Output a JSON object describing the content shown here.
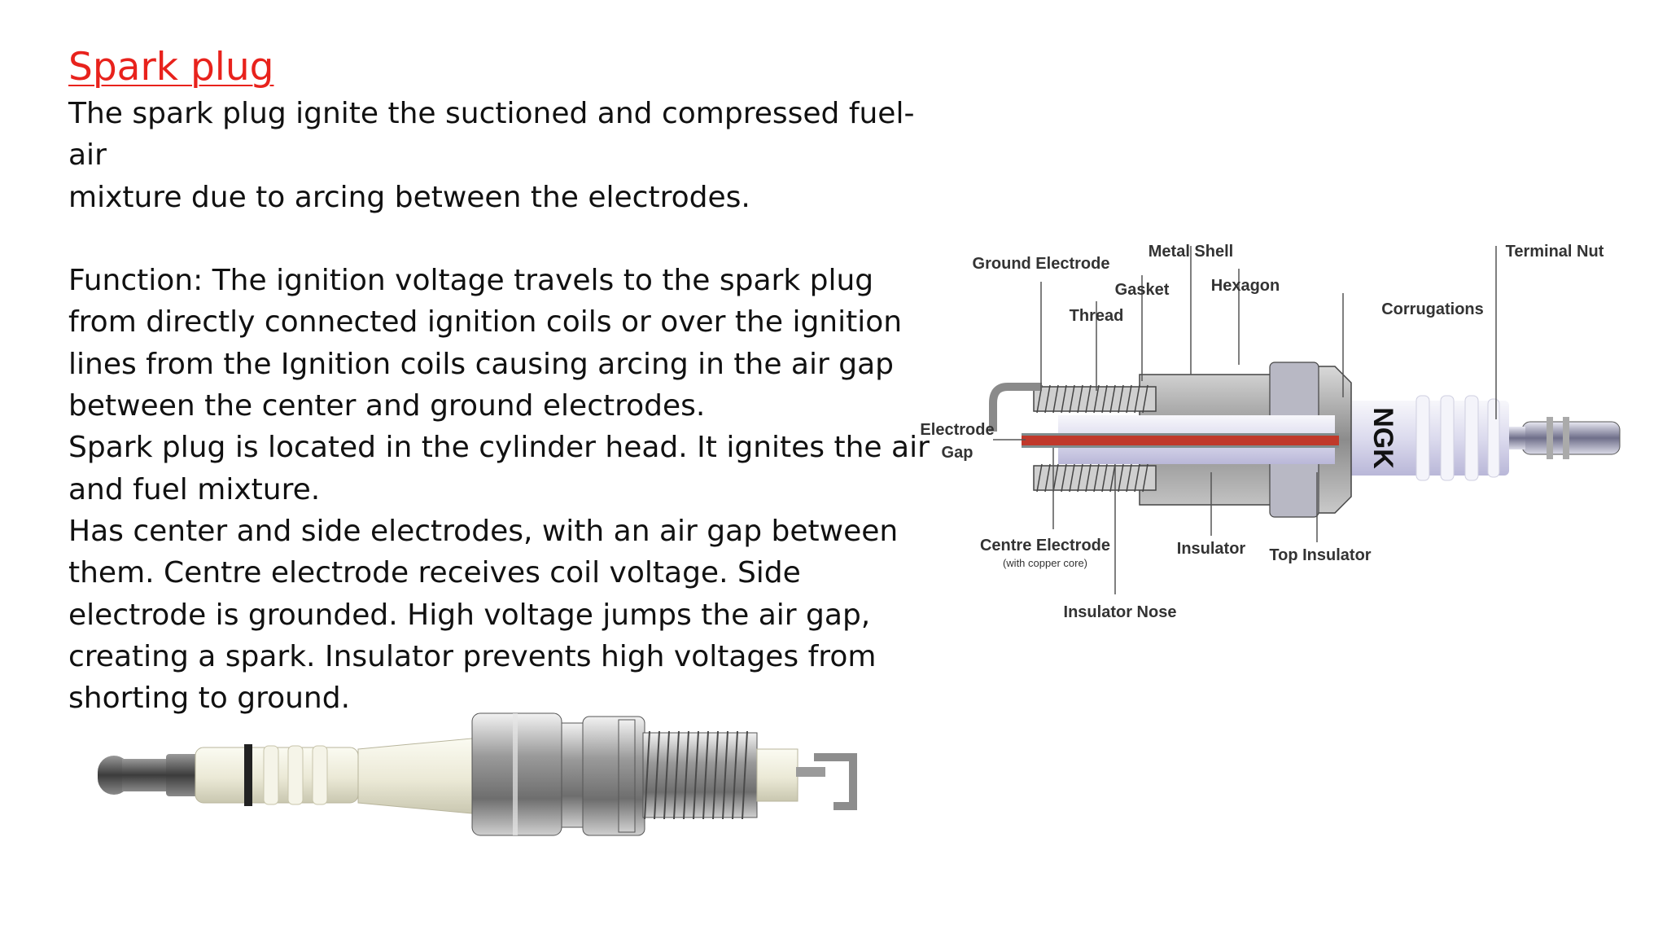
{
  "slide": {
    "title": "Spark plug",
    "body_lines": [
      "The spark plug ignite the suctioned and compressed fuel-",
      "air",
      "mixture due to arcing between the electrodes.",
      "",
      "Function: The ignition voltage travels to the spark plug",
      "from directly connected ignition coils or over the ignition",
      "lines from the Ignition coils causing arcing in the air gap",
      "between the center and ground electrodes.",
      "Spark plug is located in the cylinder head. It ignites the air",
      "and fuel mixture.",
      "Has center and side electrodes, with an air gap between",
      "them. Centre electrode receives coil voltage. Side",
      "electrode is grounded. High voltage jumps the air gap,",
      "creating a spark. Insulator prevents high voltages from",
      "shorting to ground."
    ]
  },
  "diagram": {
    "brand_mark": "NGK",
    "labels": {
      "ground_electrode": "Ground Electrode",
      "metal_shell": "Metal Shell",
      "terminal_nut": "Terminal Nut",
      "gasket": "Gasket",
      "hexagon": "Hexagon",
      "thread": "Thread",
      "corrugations": "Corrugations",
      "electrode_gap_line1": "Electrode",
      "electrode_gap_line2": "Gap",
      "centre_electrode": "Centre Electrode",
      "centre_electrode_note": "(with copper core)",
      "insulator": "Insulator",
      "top_insulator": "Top Insulator",
      "insulator_nose": "Insulator Nose"
    },
    "colors": {
      "copper_core": "#c0392b",
      "insulator": "#e8e6f3",
      "metal": "#9a9a9a"
    }
  },
  "photo": {
    "description_visible": false
  }
}
